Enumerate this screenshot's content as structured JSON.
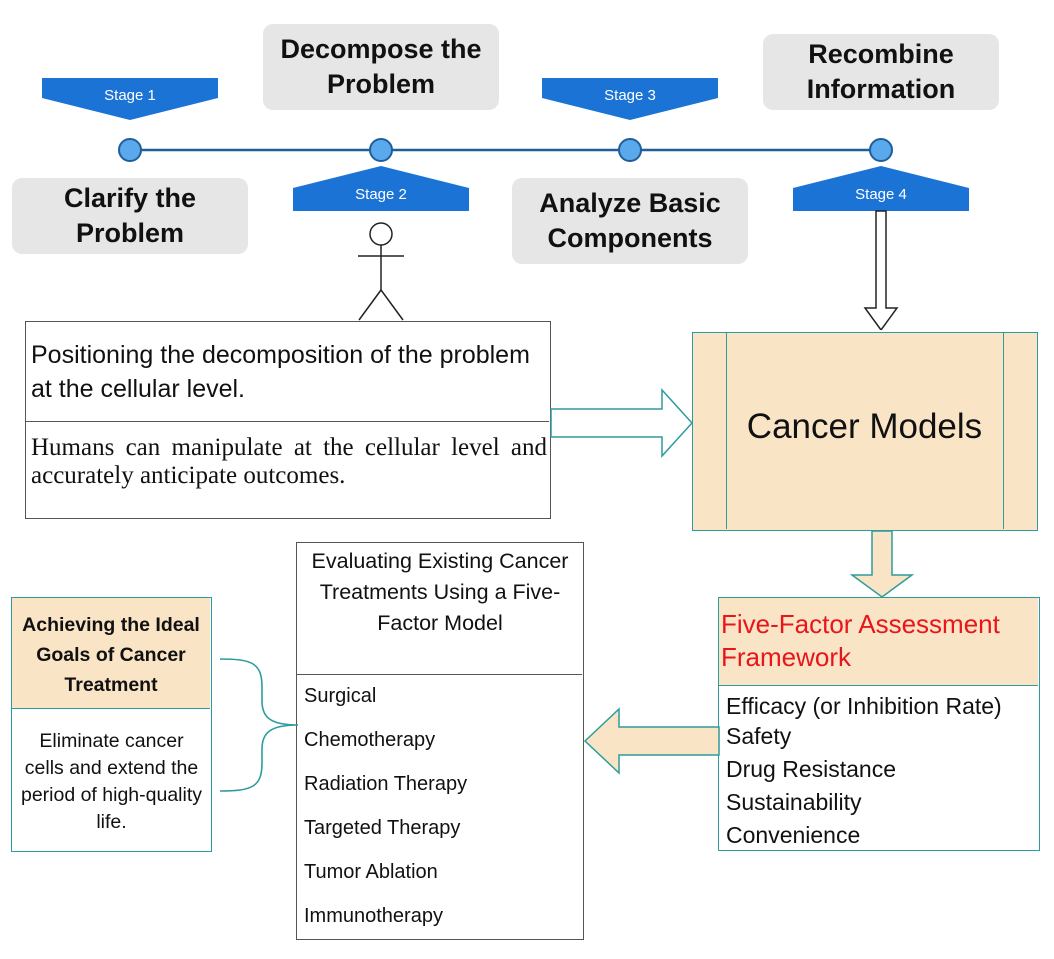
{
  "timeline": {
    "stages": [
      {
        "tag": "Stage 1",
        "title": "Clarify the Problem"
      },
      {
        "tag": "Stage 2",
        "title": "Decompose the Problem"
      },
      {
        "tag": "Stage 3",
        "title": "Analyze Basic Components"
      },
      {
        "tag": "Stage 4",
        "title": "Recombine Information"
      }
    ],
    "accent": "#1b73d6",
    "node_color": "#5aa9ec",
    "line_color": "#1f5e99"
  },
  "positioning": {
    "heading": "Positioning the decomposition of the problem at the cellular level.",
    "body": "Humans can manipulate at the cellular level and accurately anticipate outcomes."
  },
  "cancer_models": {
    "label": "Cancer Models"
  },
  "framework": {
    "title": "Five-Factor Assessment Framework",
    "title_color": "#e8161b",
    "factors": [
      "Efficacy (or Inhibition Rate)",
      "Safety",
      "Drug Resistance",
      "Sustainability",
      "Convenience"
    ]
  },
  "evaluation": {
    "title": "Evaluating Existing Cancer Treatments Using a Five-Factor Model",
    "treatments": [
      "Surgical",
      "Chemotherapy",
      "Radiation Therapy",
      "Targeted Therapy",
      "Tumor Ablation",
      "Immunotherapy"
    ]
  },
  "goals": {
    "title": "Achieving the Ideal Goals of Cancer Treatment",
    "body": "Eliminate cancer cells and extend the period of high-quality life."
  }
}
